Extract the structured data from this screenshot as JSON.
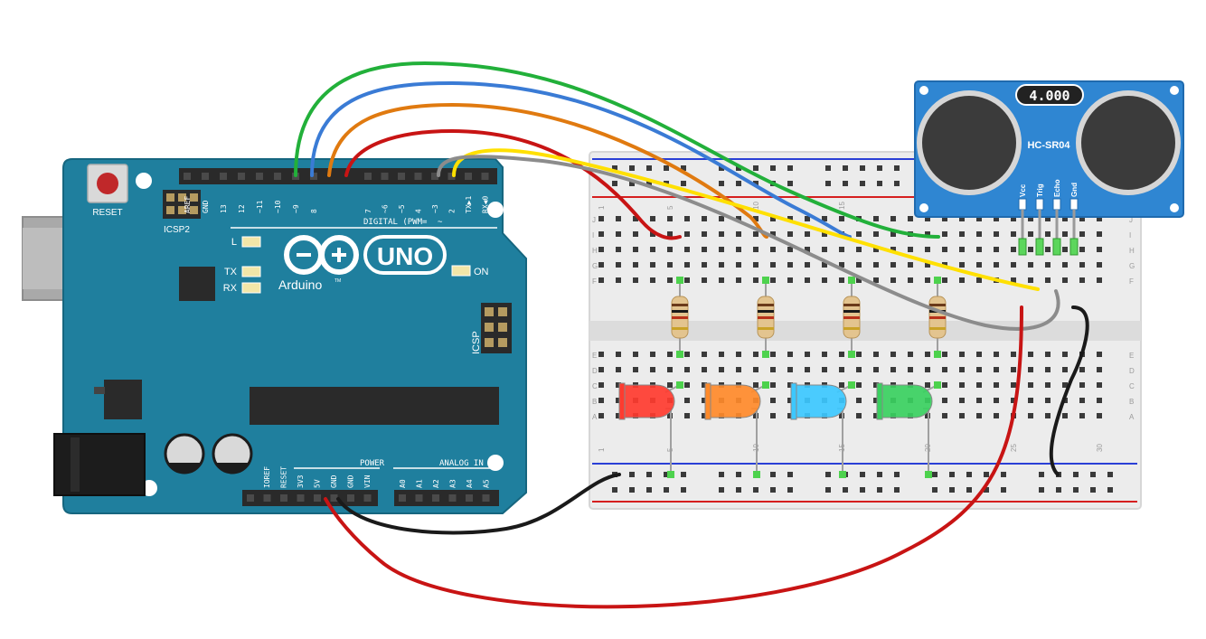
{
  "arduino": {
    "reset_label": "RESET",
    "icsp2_label": "ICSP2",
    "icsp_label": "ICSP",
    "logo_text": "UNO",
    "brand_text": "Arduino",
    "trademark": "TM",
    "led_l": "L",
    "led_tx": "TX",
    "led_rx": "RX",
    "led_on": "ON",
    "digital_header": "DIGITAL (PWM=",
    "digital_tilde": "~",
    "digital_pins": [
      "AREF",
      "GND",
      "13",
      "12",
      "~11",
      "~10",
      "~9",
      "8",
      "7",
      "~6",
      "~5",
      "4",
      "~3",
      "2",
      "TX▶1",
      "RX◀0"
    ],
    "power_header": "POWER",
    "analog_header": "ANALOG IN",
    "power_pins": [
      "IOREF",
      "RESET",
      "3V3",
      "5V",
      "GND",
      "GND",
      "VIN"
    ],
    "analog_pins": [
      "A0",
      "A1",
      "A2",
      "A3",
      "A4",
      "A5"
    ]
  },
  "sensor": {
    "display": "4.000",
    "model": "HC-SR04",
    "pins": [
      "Vcc",
      "Trig",
      "Echo",
      "Gnd"
    ]
  },
  "breadboard": {
    "row_letters_top": [
      "J",
      "I",
      "H",
      "G",
      "F"
    ],
    "row_letters_bottom": [
      "E",
      "D",
      "C",
      "B",
      "A"
    ],
    "column_numbers": [
      "1",
      "5",
      "10",
      "15",
      "20",
      "25",
      "30"
    ]
  },
  "leds": [
    {
      "color_name": "red",
      "fill": "#ff3b2f"
    },
    {
      "color_name": "orange",
      "fill": "#ff8a2a"
    },
    {
      "color_name": "blue",
      "fill": "#3cc8ff"
    },
    {
      "color_name": "green",
      "fill": "#3ad060"
    }
  ],
  "wire_colors": {
    "green": "#22b03a",
    "blue": "#3a7bd5",
    "orange": "#e07a10",
    "red": "#c81414",
    "yellow": "#ffe000",
    "gray": "#8c8c8c",
    "black": "#1a1a1a"
  },
  "colors": {
    "board": "#1f7f9e",
    "sensor_board": "#2f86d2"
  }
}
